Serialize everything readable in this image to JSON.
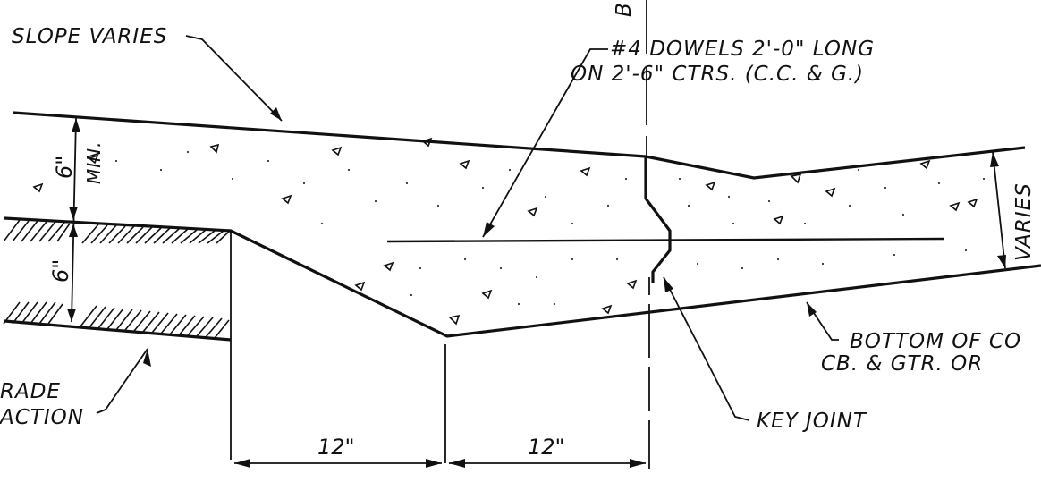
{
  "labels": {
    "slope": "SLOPE VARIES",
    "dowels_line1": "#4 DOWELS 2'-0\" LONG",
    "dowels_line2": "ON 2'-6\" CTRS. (C.C. & G.)",
    "six_min": "6\"",
    "min": "MIN.",
    "six_lower": "6\"",
    "varies": "VARIES",
    "bottom_line1": "BOTTOM OF CO",
    "bottom_line2": "CB. & GTR. OR",
    "key_joint": "KEY JOINT",
    "subgrade_line1": "RADE",
    "subgrade_line2": "ACTION",
    "dim_left": "12\"",
    "dim_right": "12\"",
    "centerline_fragment": "B"
  },
  "colors": {
    "ink": "#111111",
    "paper": "#ffffff"
  }
}
